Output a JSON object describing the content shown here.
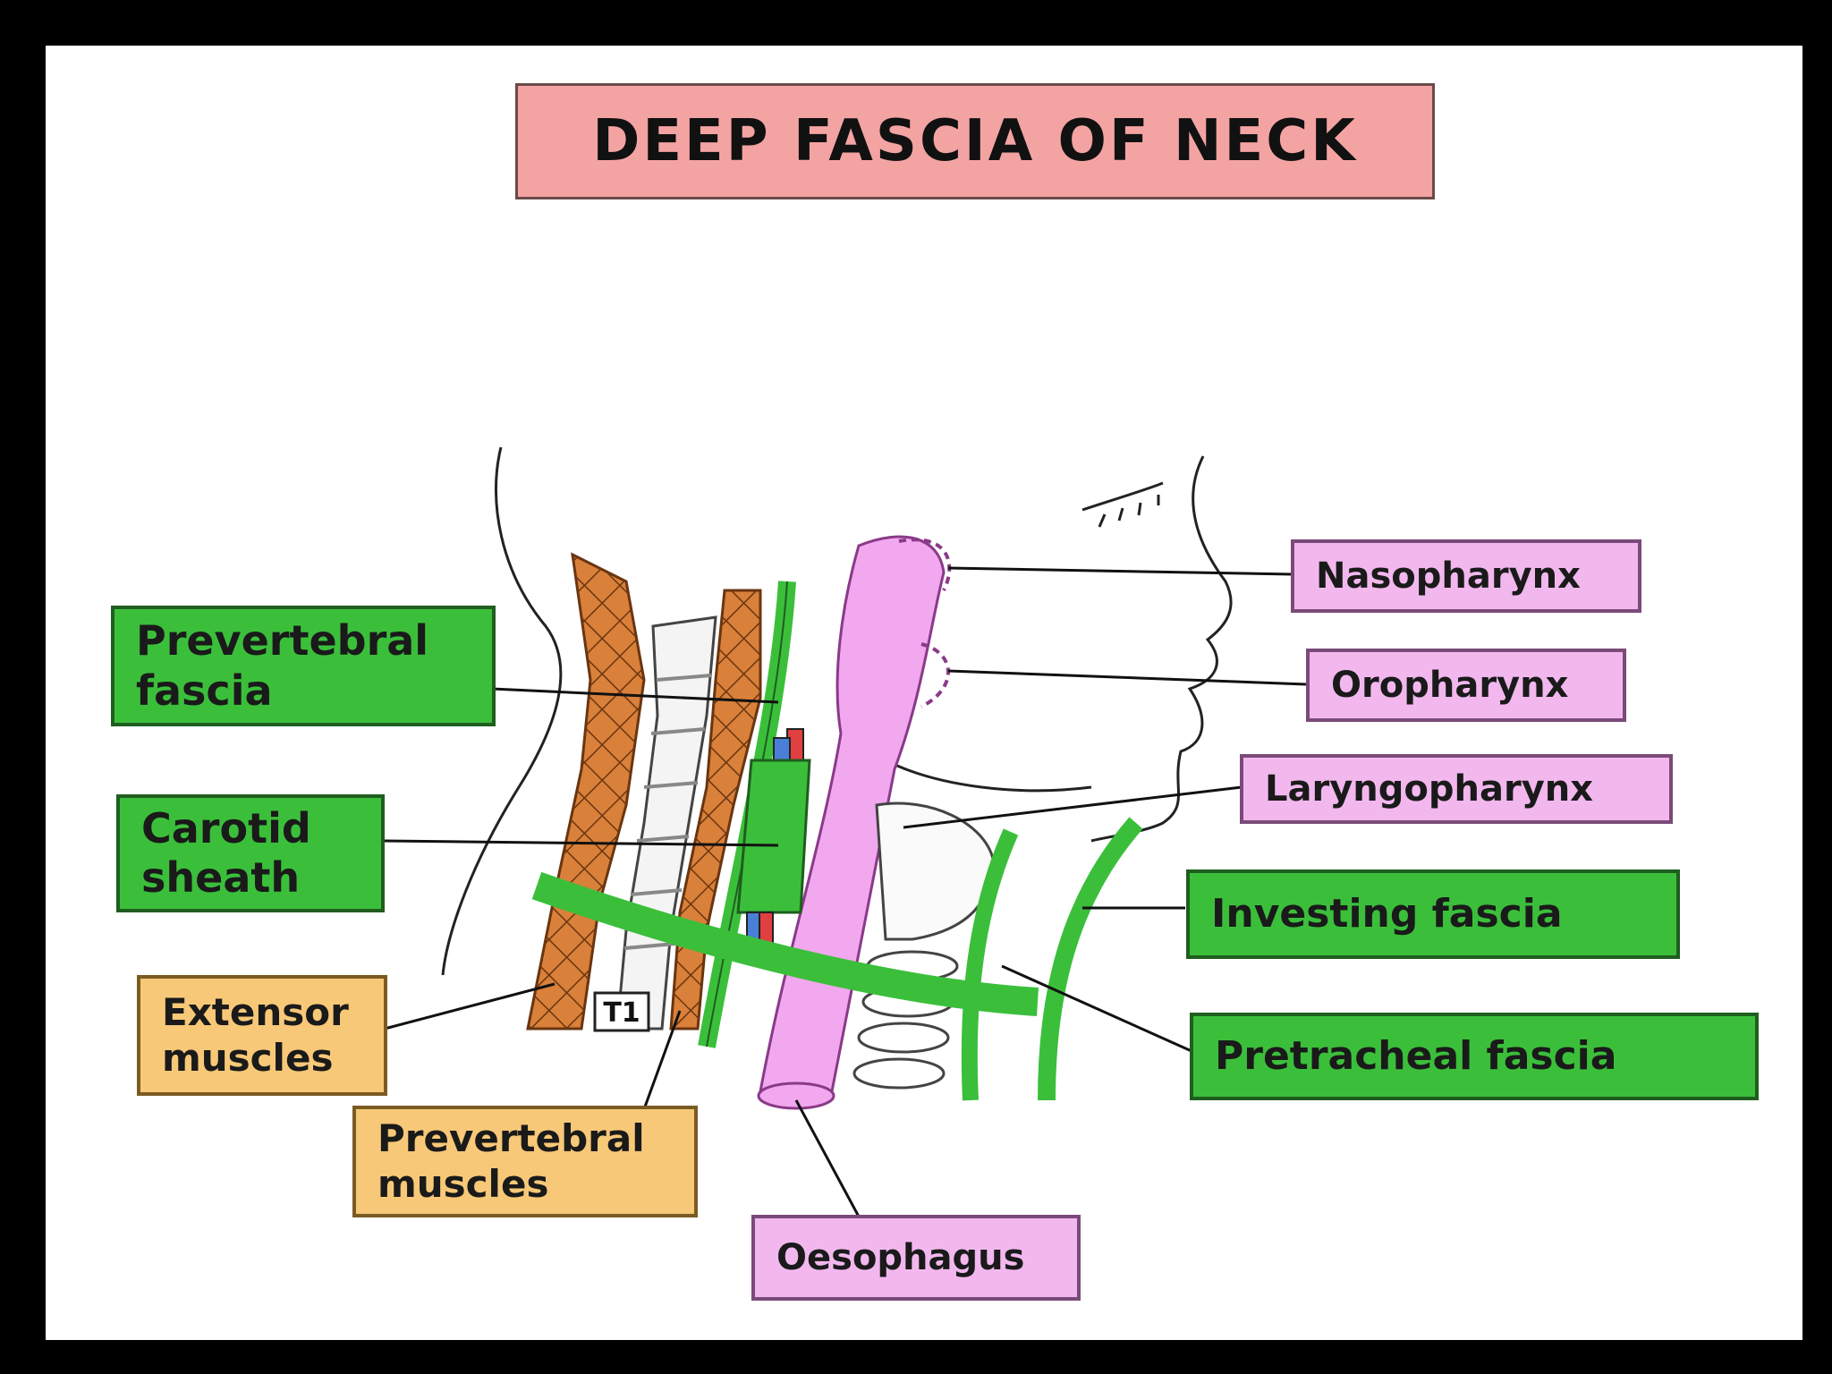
{
  "title": "DEEP FASCIA OF NECK",
  "labels": {
    "prevertebral_fascia": [
      "Prevertebral",
      "fascia"
    ],
    "carotid_sheath": [
      "Carotid",
      "sheath"
    ],
    "extensor_muscles": [
      "Extensor",
      "muscles"
    ],
    "prevertebral_muscles": [
      "Prevertebral",
      "muscles"
    ],
    "oesophagus": "Oesophagus",
    "nasopharynx": "Nasopharynx",
    "oropharynx": "Oropharynx",
    "laryngopharynx": "Laryngopharynx",
    "investing_fascia": "Investing fascia",
    "pretracheal_fascia": "Pretracheal fascia",
    "vertebra_label": "T1"
  },
  "colors": {
    "fascia_green": "#3bbf3b",
    "pharynx_pink": "#f2a8ee",
    "muscle_orange": "#d9803a",
    "title_pink": "#f4a3a3",
    "label_orange": "#f7c877"
  }
}
